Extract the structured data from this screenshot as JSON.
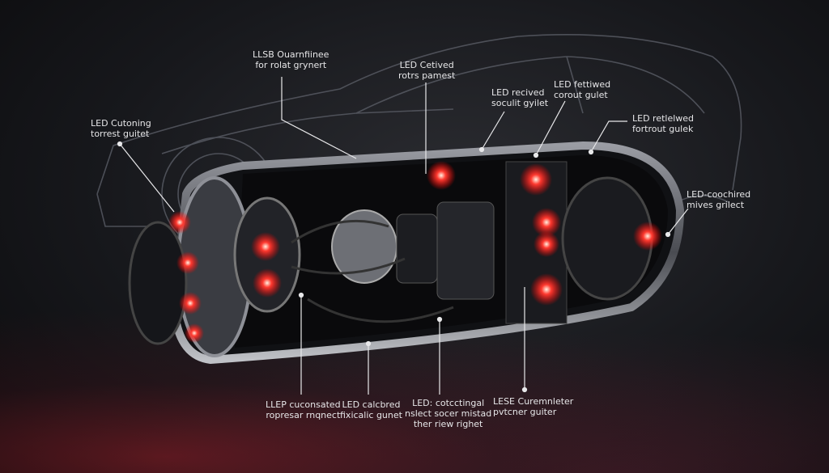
{
  "labels": [
    {
      "l1": "LED Cutoning",
      "l2": "torrest guitet"
    },
    {
      "l1": "LLSB Ouarnfiinee",
      "l2": "for rolat grynert"
    },
    {
      "l1": "LED Cetived",
      "l2": "rotrs pamest"
    },
    {
      "l1": "LED recived",
      "l2": "soculit gyilet"
    },
    {
      "l1": "LED fettiwed",
      "l2": "corout gulet"
    },
    {
      "l1": "LED retlelwed",
      "l2": "fortrout gulek"
    },
    {
      "l1": "LED-coochired",
      "l2": "mives grilect"
    },
    {
      "l1": "LLEP cuconsated",
      "l2": "ropresar rnqnect"
    },
    {
      "l1": "LED calcbred",
      "l2": "fixicalic gunet"
    },
    {
      "l1": "LED: cotcctingal",
      "l2": "nslect socer mistad",
      "l3": "ther riew righet"
    },
    {
      "l1": "LESE Curemnleter",
      "l2": "pvtcner guiter"
    }
  ],
  "colors": {
    "led": "#ff2a2a",
    "line": "#e8e8ea",
    "outline": "#5a5d66"
  }
}
